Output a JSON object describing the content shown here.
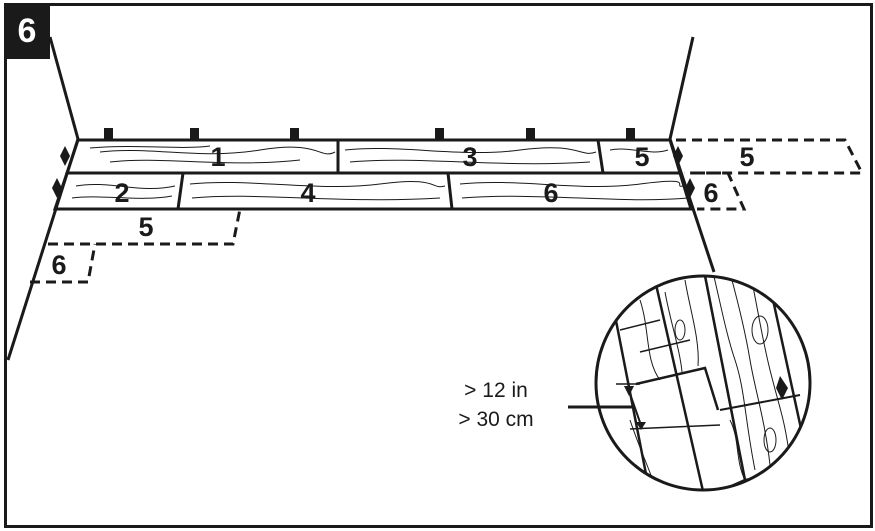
{
  "step": {
    "number": "6"
  },
  "rows": {
    "row1": {
      "plank1": "1",
      "plank3": "3",
      "plank5": "5",
      "plank5_ghost": "5"
    },
    "row2": {
      "plank2": "2",
      "plank4": "4",
      "plank6": "6",
      "plank6_ghost": "6"
    },
    "row3_ghost": {
      "plank5": "5",
      "plank6": "6"
    }
  },
  "detail": {
    "offset_in": "> 12 in",
    "offset_cm": "> 30 cm"
  },
  "colors": {
    "ink": "#1a1a1a",
    "background": "#ffffff"
  }
}
